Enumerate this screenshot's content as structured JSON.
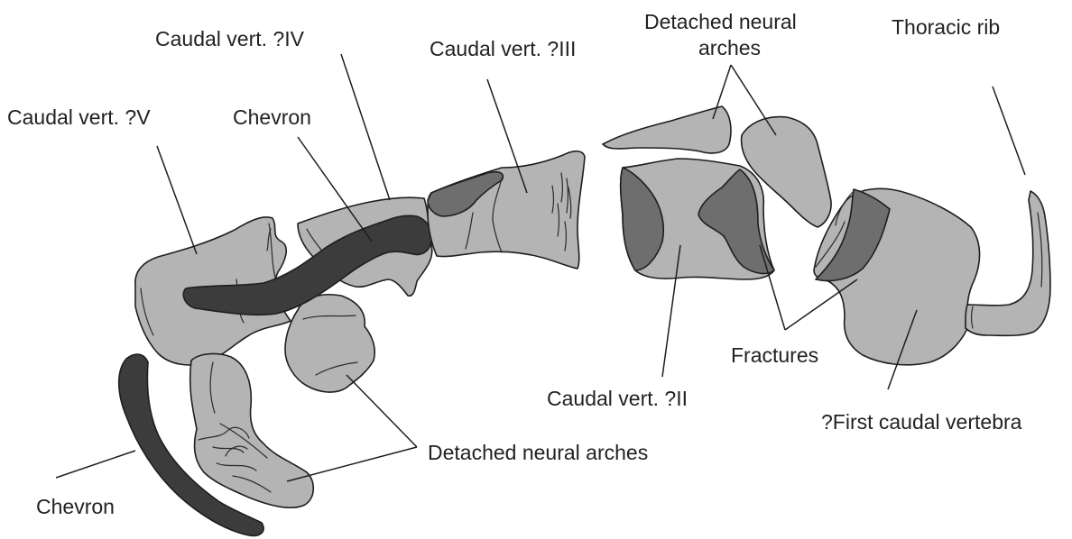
{
  "labels": {
    "caudal_v": "Caudal vert. ?V",
    "caudal_iv": "Caudal vert. ?IV",
    "caudal_iii": "Caudal vert. ?III",
    "caudal_ii": "Caudal vert. ?II",
    "first_caudal": "?First caudal vertebra",
    "chevron_upper": "Chevron",
    "chevron_lower": "Chevron",
    "detached_arches_top_line1": "Detached neural",
    "detached_arches_top_line2": "arches",
    "detached_arches_bottom": "Detached neural arches",
    "thoracic_rib": "Thoracic rib",
    "fractures": "Fractures"
  },
  "colors": {
    "bone": "#b4b4b4",
    "fracture": "#6e6e6e",
    "chevron": "#3c3c3c",
    "outline": "#1e1e1e"
  }
}
